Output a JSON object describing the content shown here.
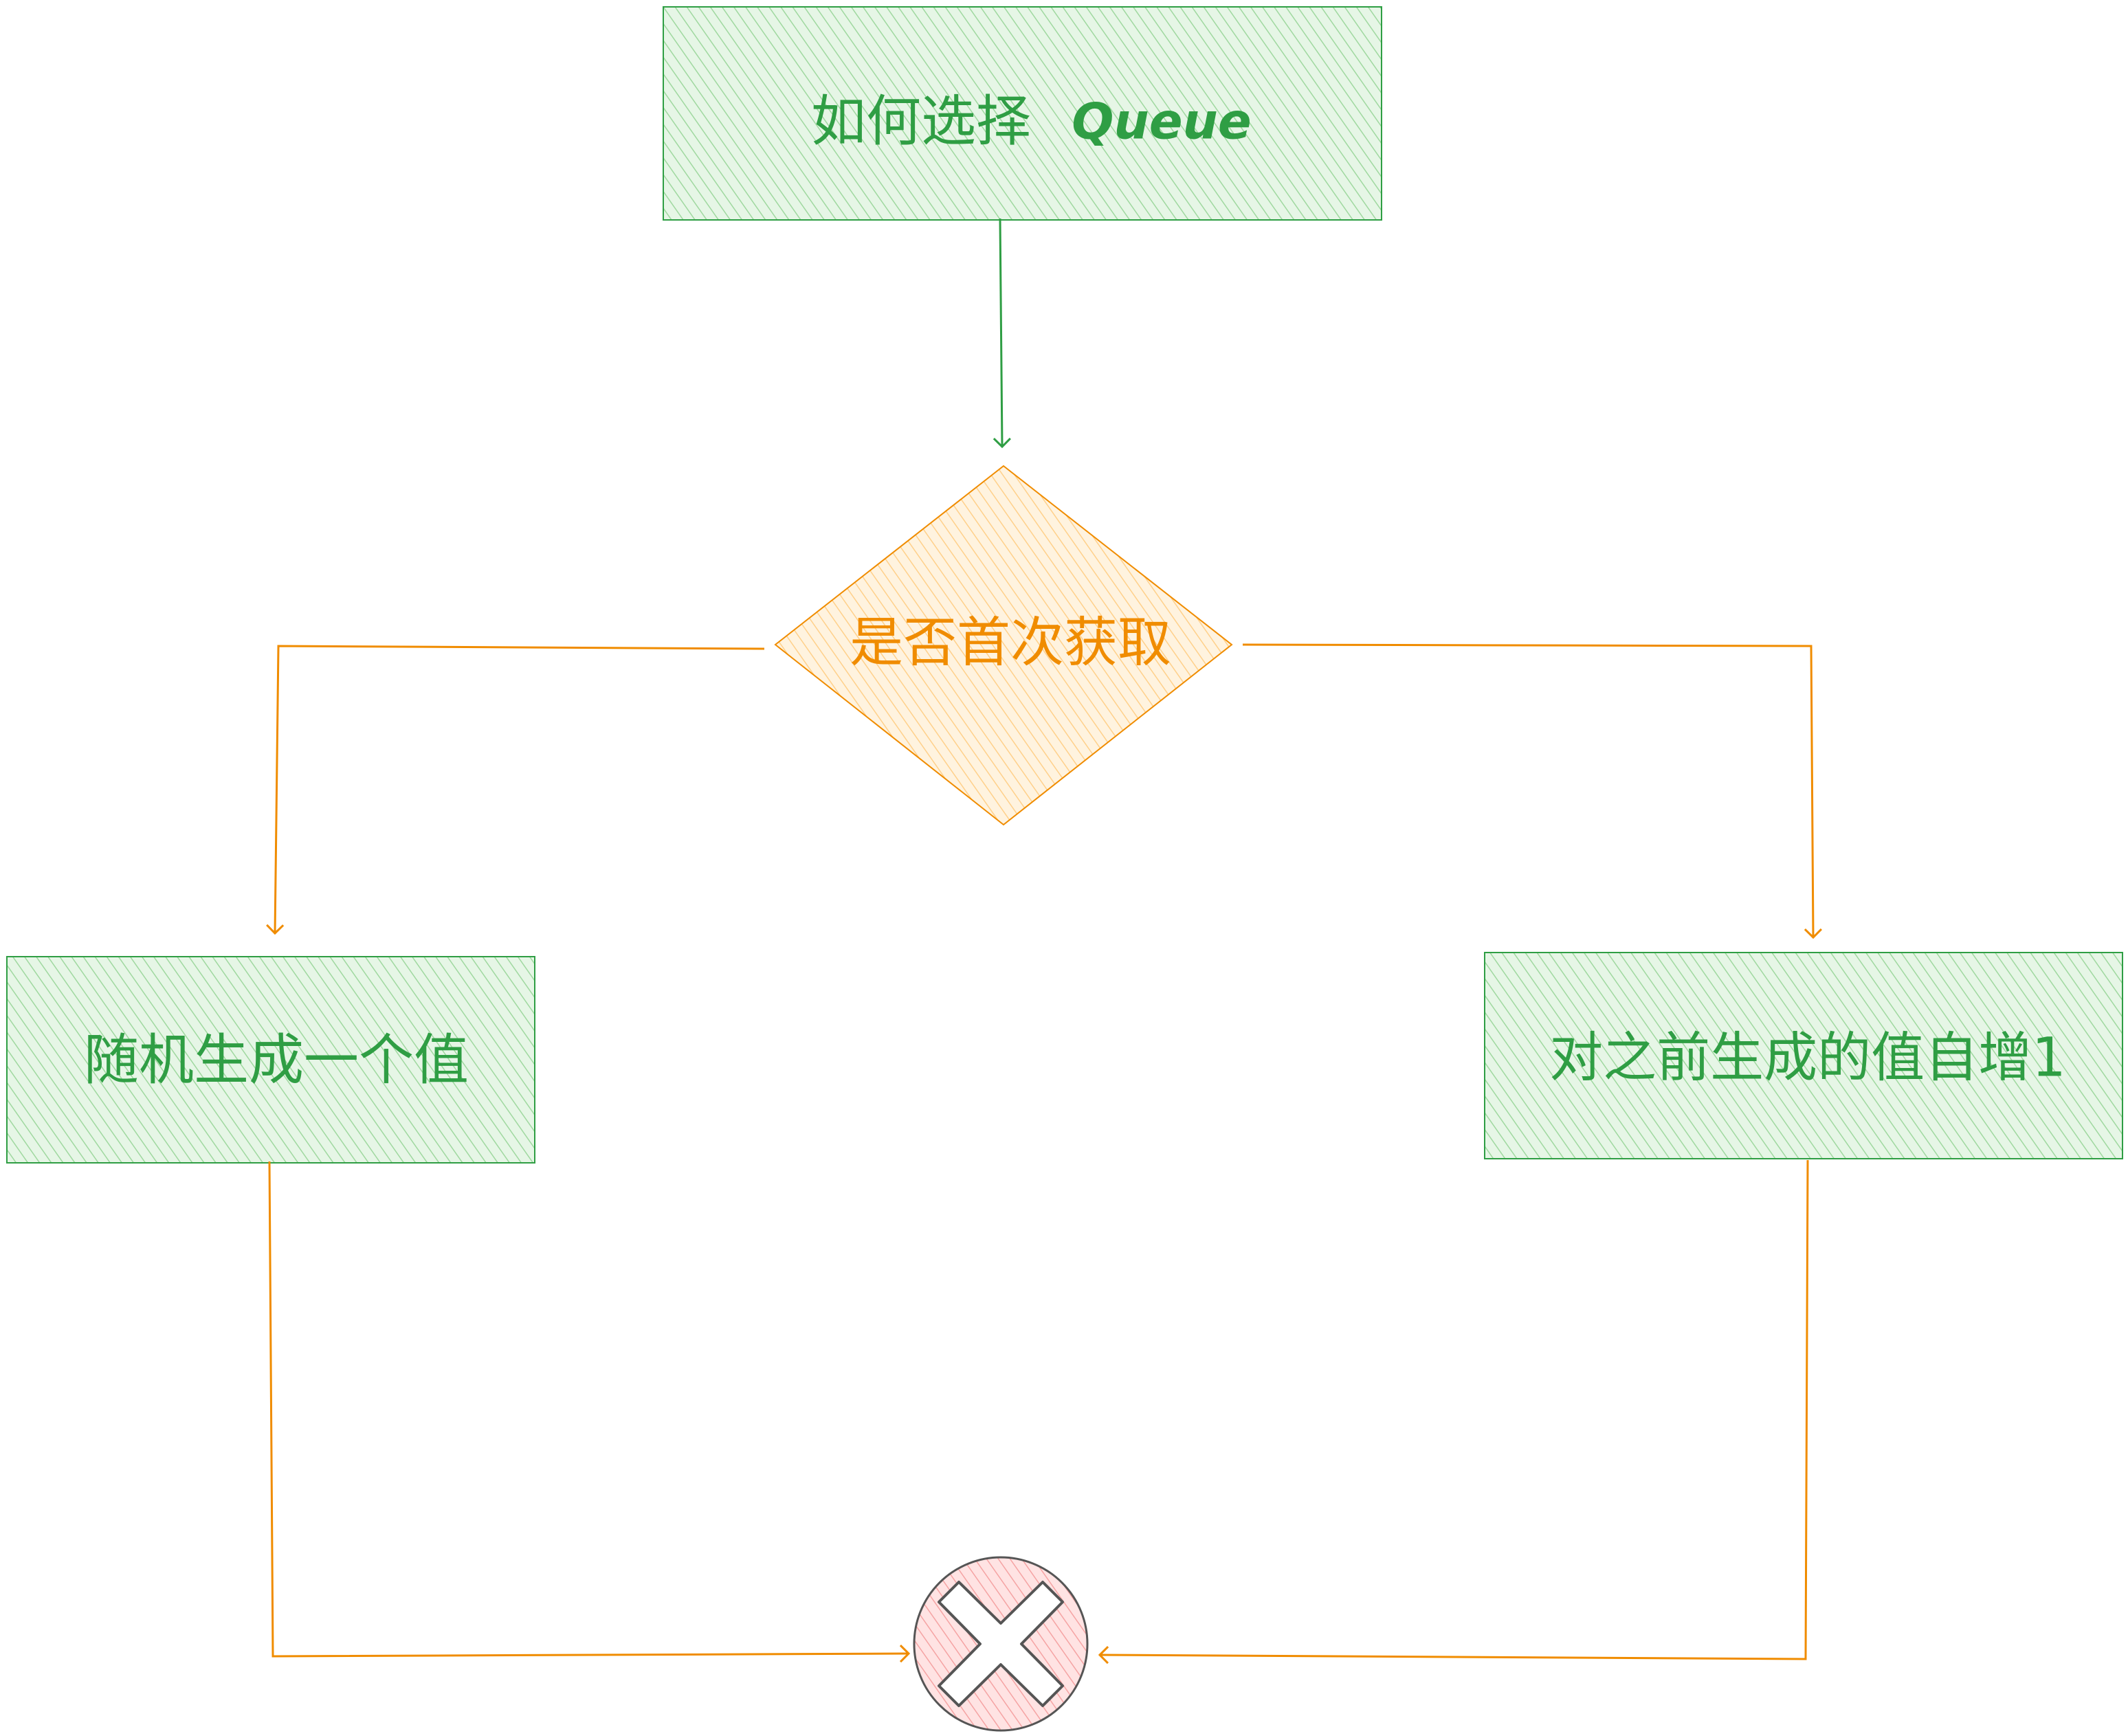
{
  "diagram": {
    "start": {
      "label": "如何选择",
      "label_latin": "Queue"
    },
    "decision": {
      "label": "是否首次获取"
    },
    "left": {
      "label": "随机生成一个值"
    },
    "right": {
      "label": "对之前生成的值自增1"
    },
    "end": {
      "icon": "x-close-icon"
    }
  },
  "colors": {
    "box_fill": "#d8f0d8",
    "box_stroke": "#2f9e44",
    "box_text": "#2f9e44",
    "diamond_fill": "#ffeccf",
    "diamond_stroke": "#f08c00",
    "diamond_text": "#f08c00",
    "arrow_green": "#2f9e44",
    "arrow_orange": "#f08c00",
    "end_fill": "#ffd6d6",
    "end_stroke": "#555555"
  }
}
